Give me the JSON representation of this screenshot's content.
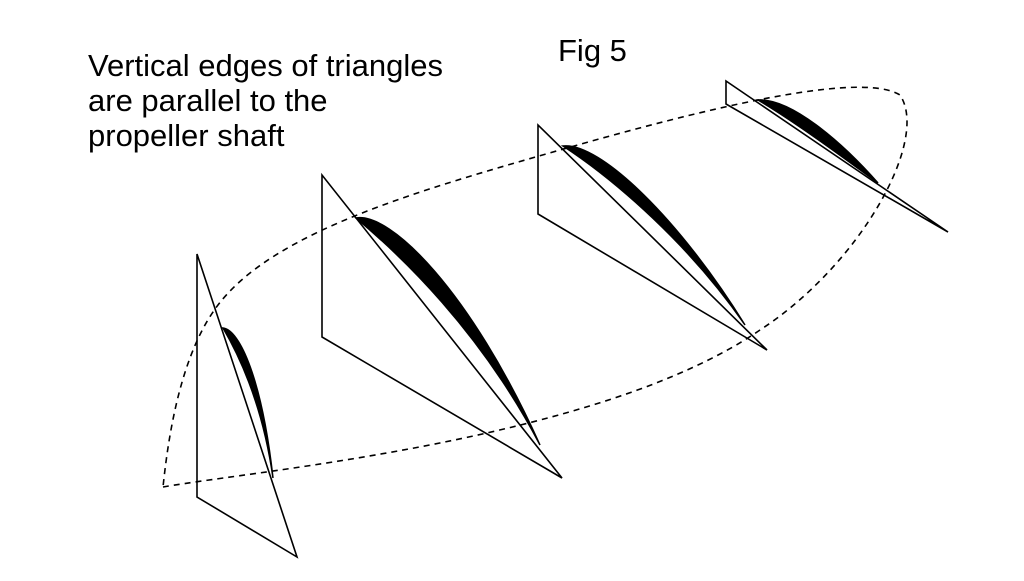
{
  "figure_label": "Fig 5",
  "caption_lines": [
    "Vertical edges of triangles",
    "are parallel to the",
    "propeller shaft"
  ],
  "colors": {
    "background": "#ffffff",
    "ink": "#000000"
  }
}
